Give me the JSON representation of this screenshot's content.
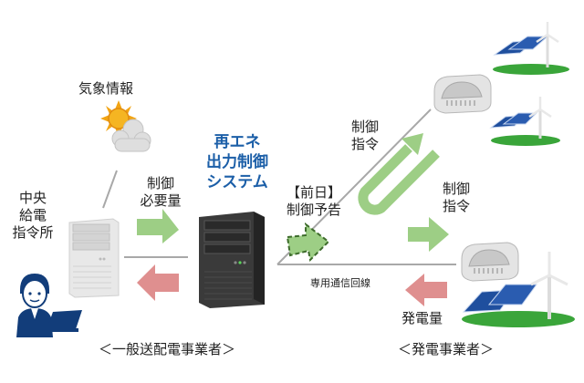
{
  "weather": {
    "label": "気象情報",
    "icon": "sun-cloud-icon"
  },
  "central_dispatch": {
    "label_lines": [
      "中央",
      "給電",
      "指令所"
    ],
    "icon": "server-icon",
    "operator_icon": "operator-icon"
  },
  "control_system": {
    "title_lines": [
      "再エネ",
      "出力制御",
      "システム"
    ],
    "icon": "server-icon"
  },
  "arrows": {
    "control_need": {
      "lines": [
        "制御",
        "必要量"
      ],
      "direction": "right",
      "color": "#9dce85"
    },
    "generation_return": {
      "direction": "left",
      "color": "#df8f8f"
    },
    "day_ahead_notice": {
      "lines": [
        "【前日】",
        "制御予告"
      ],
      "direction": "right",
      "style": "dashed",
      "color": "#9dce85"
    },
    "control_command_upper": {
      "lines": [
        "制御",
        "指令"
      ],
      "shape": "u-turn",
      "color": "#9dce85"
    },
    "control_command_lower": {
      "lines": [
        "制御",
        "指令"
      ],
      "direction": "right",
      "color": "#9dce85"
    },
    "generation_amount": {
      "label": "発電量",
      "direction": "left",
      "color": "#df8f8f"
    }
  },
  "line_label": "専用通信回線",
  "generators": [
    {
      "name": "solar-wind-site-1",
      "has_router": false
    },
    {
      "name": "solar-wind-site-2",
      "has_router": false
    },
    {
      "name": "solar-wind-site-3",
      "has_router": true
    }
  ],
  "footer": {
    "left": "＜一般送配電事業者＞",
    "right": "＜発電事業者＞"
  },
  "colors": {
    "accent_blue": "#1c5fa8",
    "green_arrow": "#9dce85",
    "red_arrow": "#df8f8f",
    "line_gray": "#a8a8a8"
  }
}
